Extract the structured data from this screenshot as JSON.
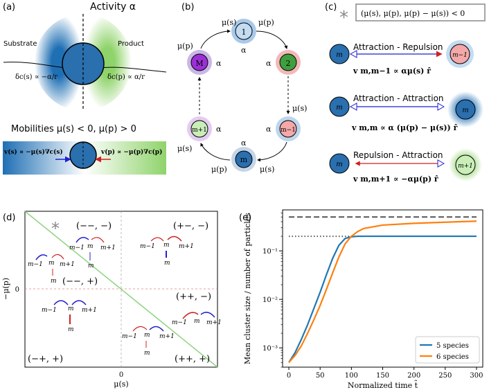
{
  "panels": {
    "a": {
      "label": "(a)",
      "title": "Activity α",
      "substrate": "Substrate",
      "product": "Product",
      "conc_s": "δc(s) ∝ −α/r",
      "conc_p": "δc(p) ∝ α/r",
      "mobilities": "Mobilities μ(s) < 0, μ(p) > 0",
      "vel_s": "v(s) ∝ −μ(s)∇c(s)",
      "vel_p": "v(p) ∝ −μ(p)∇c(p)"
    },
    "b": {
      "label": "(b)",
      "nodes": [
        "1",
        "2",
        "m−1",
        "m",
        "m+1",
        "M"
      ],
      "alpha": "α",
      "mu_s": "μ(s)",
      "mu_p": "μ(p)"
    },
    "c": {
      "label": "(c)",
      "star": "*",
      "condition": "(μ(s), μ(p), μ(p) − μ(s)) < 0",
      "rows": [
        {
          "title": "Attraction - Repulsion",
          "formula": "v m,m−1 ∝ αμ(s) r̂",
          "left": "m",
          "right": "m−1"
        },
        {
          "title": "Attraction - Attraction",
          "formula": "v m,m ∝ α (μ(p) − μ(s)) r̂",
          "left": "m",
          "right": "m"
        },
        {
          "title": "Repulsion - Attraction",
          "formula": "v m,m+1 ∝ −αμ(p) r̂",
          "left": "m",
          "right": "m+1"
        }
      ]
    },
    "d": {
      "label": "(d)",
      "xlabel": "μ(s)",
      "ylabel": "−μ(p)",
      "tick_x": "0",
      "tick_y": "0",
      "star": "*",
      "quadrants": [
        "(−−, −)",
        "(+−, −)",
        "(−−, +)",
        "(++, −)",
        "(−+, +)",
        "(++, +)"
      ],
      "motif_labels": [
        "m−1",
        "m",
        "m+1"
      ]
    },
    "e": {
      "label": "(e)"
    }
  },
  "chart_data": {
    "type": "line",
    "xlabel": "Normalized time t̃",
    "ylabel": "Mean cluster size / number of particles",
    "xlim": [
      -10,
      310
    ],
    "ylim": [
      0.0004,
      0.7
    ],
    "yscale": "log",
    "xticks": [
      "0",
      "50",
      "100",
      "150",
      "200",
      "250",
      "300"
    ],
    "yticks": [
      "10⁻³",
      "10⁻²",
      "10⁻¹"
    ],
    "legend_position": "bottom-right",
    "series": [
      {
        "name": "5 species",
        "color": "#1f77b4",
        "x": [
          0,
          10,
          20,
          30,
          40,
          50,
          60,
          70,
          80,
          90,
          100,
          110,
          150,
          200,
          250,
          300
        ],
        "y": [
          0.0005,
          0.0008,
          0.0015,
          0.003,
          0.0065,
          0.014,
          0.032,
          0.07,
          0.13,
          0.18,
          0.195,
          0.2,
          0.2,
          0.2,
          0.2,
          0.2
        ]
      },
      {
        "name": "6 species",
        "color": "#ff7f0e",
        "x": [
          0,
          10,
          20,
          30,
          40,
          50,
          60,
          70,
          80,
          90,
          100,
          110,
          120,
          150,
          200,
          250,
          300
        ],
        "y": [
          0.0005,
          0.0007,
          0.0011,
          0.002,
          0.0038,
          0.0075,
          0.016,
          0.035,
          0.075,
          0.14,
          0.2,
          0.25,
          0.29,
          0.34,
          0.37,
          0.39,
          0.41
        ]
      }
    ],
    "reference_lines": [
      {
        "style": "dashed",
        "color": "#555555",
        "y": 0.5,
        "x_from": 0,
        "x_to": 300
      },
      {
        "style": "dotted",
        "color": "#555555",
        "y": 0.2,
        "x_from": 0,
        "x_to": 120
      }
    ]
  },
  "colors": {
    "substrate": "#1f6fb4",
    "product": "#8fd36b",
    "node_1": "#c3dcf2",
    "node_2": "#3f9f3f",
    "node_m_minus_1": "#f4a8a8",
    "node_m": "#2a6fae",
    "node_m_plus_1": "#c9eeb8",
    "node_M": "#9b30d6",
    "arrow_blue": "#1f1fd0",
    "arrow_red": "#d01f1f",
    "diag_green": "#8fd37f"
  }
}
